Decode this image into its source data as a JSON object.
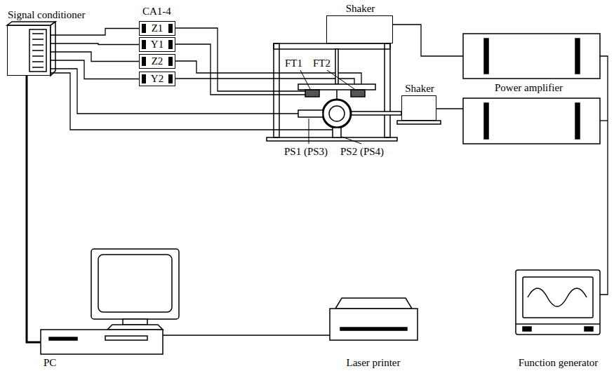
{
  "diagram": {
    "nodes": [
      {
        "text": [
          "Signal conditioner"
        ]
      },
      {
        "text": [
          "Z1"
        ]
      },
      {
        "text": [
          "Y1"
        ]
      },
      {
        "text": [
          "Z2"
        ]
      },
      {
        "text": [
          "Y2"
        ]
      },
      {
        "text": [
          "Shaker"
        ]
      },
      {
        "text": [
          "Shaker"
        ]
      },
      {
        "text": [
          "PC"
        ]
      },
      {
        "text": [
          "Laser printer"
        ]
      },
      {
        "text": [
          "Function generator"
        ]
      }
    ],
    "edges": [
      {
        "from": 0,
        "to": 1,
        "arrow": "none"
      },
      {
        "from": 0,
        "to": 2,
        "arrow": "none"
      },
      {
        "from": 0,
        "to": 3,
        "arrow": "none"
      },
      {
        "from": 0,
        "to": 4,
        "arrow": "none"
      },
      {
        "from": 0,
        "to": 7,
        "arrow": "none"
      },
      {
        "from": 7,
        "to": 8,
        "arrow": "none"
      }
    ],
    "labels": [
      "CA1-4",
      "FT1",
      "FT2",
      "PS1 (PS3)",
      "PS2 (PS4)",
      "Power amplifier"
    ]
  }
}
